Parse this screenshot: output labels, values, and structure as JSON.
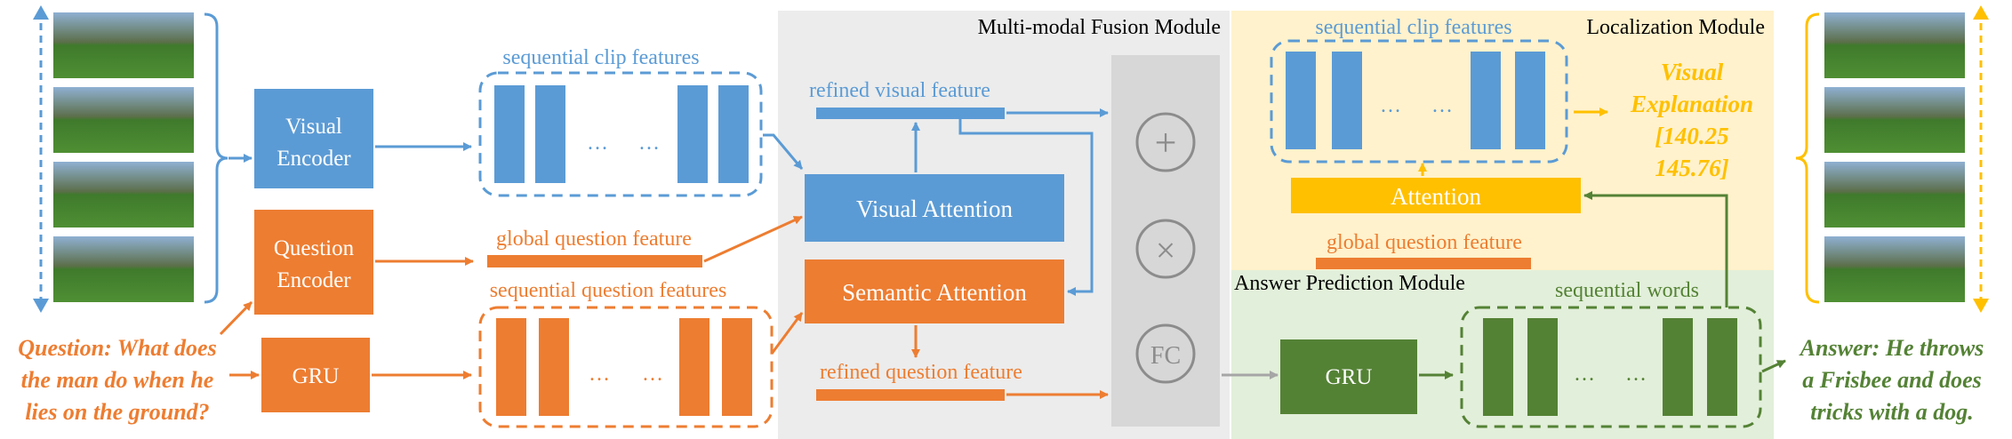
{
  "colors": {
    "blue": "#5b9bd5",
    "orange": "#ed7d31",
    "green": "#548235",
    "yellow": "#ffc000",
    "fusion_bg": "#ececec",
    "fusion_col": "#d7d7d7",
    "localization_bg": "#fff2cc",
    "answer_bg": "#e2efda"
  },
  "modules": {
    "fusion_title": "Multi-modal Fusion Module",
    "localization_title": "Localization Module",
    "answer_title": "Answer Prediction Module"
  },
  "encoders": {
    "visual_line1": "Visual",
    "visual_line2": "Encoder",
    "question_line1": "Question",
    "question_line2": "Encoder",
    "gru": "GRU"
  },
  "features": {
    "sequential_clip": "sequential clip features",
    "global_question": "global question feature",
    "sequential_question": "sequential question features",
    "refined_visual": "refined visual feature",
    "refined_question": "refined question feature",
    "sequential_clip_loc": "sequential clip features",
    "global_question_loc": "global question feature",
    "sequential_words": "sequential words",
    "ellipsis": "…"
  },
  "attention": {
    "visual": "Visual Attention",
    "semantic": "Semantic Attention",
    "localization": "Attention"
  },
  "fusion_ops": {
    "add": "+",
    "multiply": "×",
    "fc": "FC"
  },
  "answer_module": {
    "gru": "GRU"
  },
  "question": {
    "line1": "Question: What does",
    "line2": "the man do when he",
    "line3": "lies on the ground?"
  },
  "answer": {
    "line1": "Answer:  He throws",
    "line2": "a Frisbee and does",
    "line3": "tricks with a dog."
  },
  "explanation": {
    "line1": "Visual",
    "line2": "Explanation",
    "line3": "[140.25",
    "line4": "145.76]"
  }
}
